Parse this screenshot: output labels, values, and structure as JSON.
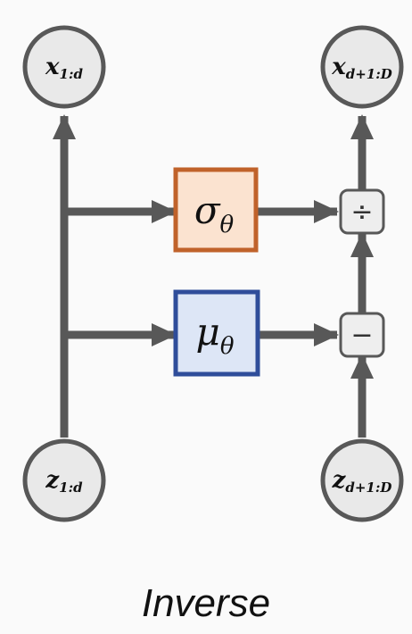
{
  "colors": {
    "line": "#585858",
    "node_fill": "#e9e9e9",
    "sigma_border": "#c0622a",
    "sigma_fill": "#fbe3d0",
    "mu_border": "#2f4d9a",
    "mu_fill": "#dde6f6",
    "op_fill": "#eeeeee"
  },
  "nodes": {
    "x_left": {
      "main": "x",
      "sub": "1:d"
    },
    "x_right": {
      "main": "x",
      "sub": "d+1:D"
    },
    "z_left": {
      "main": "z",
      "sub": "1:d"
    },
    "z_right": {
      "main": "z",
      "sub": "d+1:D"
    }
  },
  "functions": {
    "sigma": {
      "main": "σ",
      "sub": "θ"
    },
    "mu": {
      "main": "μ",
      "sub": "θ"
    }
  },
  "operators": {
    "divide": "÷",
    "subtract": "−"
  },
  "caption": "Inverse"
}
